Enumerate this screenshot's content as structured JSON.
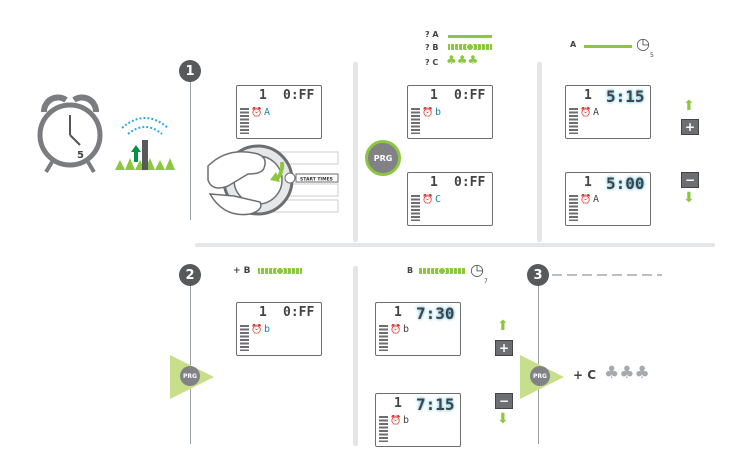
{
  "steps": {
    "one": "1",
    "two": "2",
    "three": "3"
  },
  "lcd": {
    "p1": {
      "station": "1",
      "time": "0:FF",
      "program": "A"
    },
    "p2a": {
      "station": "1",
      "time": "0:FF",
      "program": "b"
    },
    "p2b": {
      "station": "1",
      "time": "0:FF",
      "program": "C"
    },
    "p3a": {
      "station": "1",
      "time": "5:15",
      "program": "A"
    },
    "p3b": {
      "station": "1",
      "time": "5:00",
      "program": "A"
    },
    "p4": {
      "station": "1",
      "time": "0:FF",
      "program": "b"
    },
    "p5a": {
      "station": "1",
      "time": "7:30",
      "program": "b"
    },
    "p5b": {
      "station": "1",
      "time": "7:15",
      "program": "b"
    }
  },
  "programs": {
    "a_label": "? A",
    "b_label": "? B",
    "c_label": "? C",
    "a_short": "A",
    "b_short": "B",
    "plus_b": "+ B",
    "plus_c": "+ C"
  },
  "buttons": {
    "prg": "PRG",
    "plus": "+",
    "minus": "−",
    "start_times": "START TIMES"
  },
  "clock": {
    "days_a": "5",
    "days_b": "7",
    "alarm_day": "5"
  },
  "colors": {
    "green": "#8dc63f",
    "blue": "#29abe2",
    "gray": "#6d6e71",
    "dark": "#58595b"
  }
}
